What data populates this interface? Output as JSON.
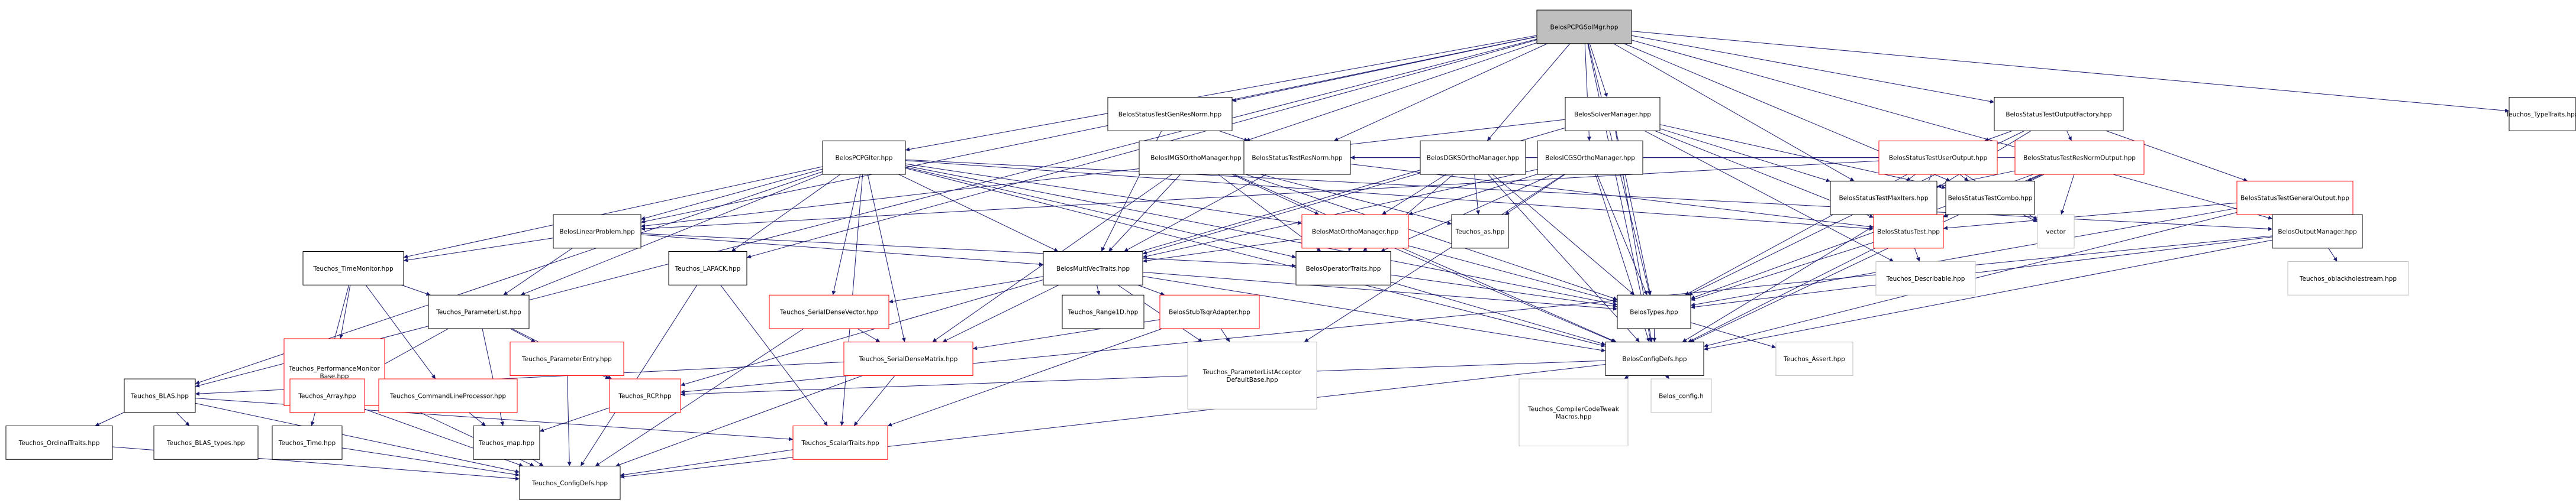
{
  "nodes": [
    {
      "id": "root",
      "label": "BelosPCPGSolMgr.hpp",
      "style": "root"
    },
    {
      "id": "bsrn",
      "label": "BelosStatusTestGenResNorm.hpp",
      "style": "plain"
    },
    {
      "id": "bsmgr",
      "label": "BelosSolverManager.hpp",
      "style": "plain"
    },
    {
      "id": "bstof",
      "label": "BelosStatusTestOutputFactory.hpp",
      "style": "plain"
    },
    {
      "id": "ttt",
      "label": "Teuchos_TypeTraits.hpp",
      "style": "plain"
    },
    {
      "id": "bpcpg",
      "label": "BelosPCPGIter.hpp",
      "style": "plain"
    },
    {
      "id": "bimgs",
      "label": "BelosIMGSOrthoManager.hpp",
      "style": "plain"
    },
    {
      "id": "bstrn",
      "label": "BelosStatusTestResNorm.hpp",
      "style": "plain"
    },
    {
      "id": "bdgks",
      "label": "BelosDGKSOrthoManager.hpp",
      "style": "plain"
    },
    {
      "id": "bicgs",
      "label": "BelosICGSOrthoManager.hpp",
      "style": "plain"
    },
    {
      "id": "bstuo",
      "label": "BelosStatusTestUserOutput.hpp",
      "style": "red"
    },
    {
      "id": "bstrno",
      "label": "BelosStatusTestResNormOutput.hpp",
      "style": "red"
    },
    {
      "id": "bstmi",
      "label": "BelosStatusTestMaxIters.hpp",
      "style": "plain"
    },
    {
      "id": "bstc",
      "label": "BelosStatusTestCombo.hpp",
      "style": "plain"
    },
    {
      "id": "bstgo",
      "label": "BelosStatusTestGeneralOutput.hpp",
      "style": "red"
    },
    {
      "id": "blp",
      "label": "BelosLinearProblem.hpp",
      "style": "plain"
    },
    {
      "id": "bmom",
      "label": "BelosMatOrthoManager.hpp",
      "style": "red"
    },
    {
      "id": "tas",
      "label": "Teuchos_as.hpp",
      "style": "plain"
    },
    {
      "id": "bst",
      "label": "BelosStatusTest.hpp",
      "style": "red"
    },
    {
      "id": "vec",
      "label": "vector",
      "style": "gray"
    },
    {
      "id": "bom",
      "label": "BelosOutputManager.hpp",
      "style": "plain"
    },
    {
      "id": "ttm",
      "label": "Teuchos_TimeMonitor.hpp",
      "style": "plain"
    },
    {
      "id": "tlap",
      "label": "Teuchos_LAPACK.hpp",
      "style": "plain"
    },
    {
      "id": "bmvt",
      "label": "BelosMultiVecTraits.hpp",
      "style": "plain"
    },
    {
      "id": "bopt",
      "label": "BelosOperatorTraits.hpp",
      "style": "plain"
    },
    {
      "id": "tdesc",
      "label": "Teuchos_Describable.hpp",
      "style": "gray"
    },
    {
      "id": "toblack",
      "label": "Teuchos_oblackholestream.hpp",
      "style": "gray"
    },
    {
      "id": "tpl",
      "label": "Teuchos_ParameterList.hpp",
      "style": "plain"
    },
    {
      "id": "tsdv",
      "label": "Teuchos_SerialDenseVector.hpp",
      "style": "red"
    },
    {
      "id": "tr1d",
      "label": "Teuchos_Range1D.hpp",
      "style": "plain"
    },
    {
      "id": "bsta",
      "label": "BelosStubTsqrAdapter.hpp",
      "style": "red"
    },
    {
      "id": "btypes",
      "label": "BelosTypes.hpp",
      "style": "plain"
    },
    {
      "id": "tpm",
      "label": "Teuchos_PerformanceMonitor\nBase.hpp",
      "style": "red"
    },
    {
      "id": "tpe",
      "label": "Teuchos_ParameterEntry.hpp",
      "style": "red"
    },
    {
      "id": "tsdm",
      "label": "Teuchos_SerialDenseMatrix.hpp",
      "style": "red"
    },
    {
      "id": "tpla",
      "label": "Teuchos_ParameterListAcceptor\nDefaultBase.hpp",
      "style": "gray"
    },
    {
      "id": "bcd",
      "label": "BelosConfigDefs.hpp",
      "style": "plain"
    },
    {
      "id": "tassert",
      "label": "Teuchos_Assert.hpp",
      "style": "gray"
    },
    {
      "id": "tblas",
      "label": "Teuchos_BLAS.hpp",
      "style": "plain"
    },
    {
      "id": "tarr",
      "label": "Teuchos_Array.hpp",
      "style": "red"
    },
    {
      "id": "tclp",
      "label": "Teuchos_CommandLineProcessor.hpp",
      "style": "red"
    },
    {
      "id": "trcp",
      "label": "Teuchos_RCP.hpp",
      "style": "red"
    },
    {
      "id": "tcct",
      "label": "Teuchos_CompilerCodeTweak\nMacros.hpp",
      "style": "gray"
    },
    {
      "id": "bconf",
      "label": "Belos_config.h",
      "style": "gray"
    },
    {
      "id": "tot",
      "label": "Teuchos_OrdinalTraits.hpp",
      "style": "plain"
    },
    {
      "id": "tbt",
      "label": "Teuchos_BLAS_types.hpp",
      "style": "plain"
    },
    {
      "id": "ttime",
      "label": "Teuchos_Time.hpp",
      "style": "plain"
    },
    {
      "id": "tmap",
      "label": "Teuchos_map.hpp",
      "style": "plain"
    },
    {
      "id": "tscal",
      "label": "Teuchos_ScalarTraits.hpp",
      "style": "red"
    },
    {
      "id": "tcfg",
      "label": "Teuchos_ConfigDefs.hpp",
      "style": "plain"
    }
  ],
  "edges": [
    [
      "root",
      "bsrn"
    ],
    [
      "root",
      "bsmgr"
    ],
    [
      "root",
      "bstof"
    ],
    [
      "root",
      "ttt"
    ],
    [
      "root",
      "bpcpg"
    ],
    [
      "root",
      "bimgs"
    ],
    [
      "root",
      "bdgks"
    ],
    [
      "root",
      "bicgs"
    ],
    [
      "root",
      "blp"
    ],
    [
      "root",
      "btypes"
    ],
    [
      "root",
      "bcd"
    ],
    [
      "root",
      "tblas"
    ],
    [
      "root",
      "tlap"
    ],
    [
      "root",
      "bstmi"
    ],
    [
      "root",
      "bstc"
    ],
    [
      "root",
      "bom"
    ],
    [
      "root",
      "bstrn"
    ],
    [
      "bsrn",
      "bstrn"
    ],
    [
      "bsrn",
      "bmvt"
    ],
    [
      "bsmgr",
      "blp"
    ],
    [
      "bsmgr",
      "btypes"
    ],
    [
      "bsmgr",
      "bcd"
    ],
    [
      "bsmgr",
      "tdesc"
    ],
    [
      "bsmgr",
      "trcp"
    ],
    [
      "bsmgr",
      "bstmi"
    ],
    [
      "bsmgr",
      "bstc"
    ],
    [
      "bsmgr",
      "bst"
    ],
    [
      "bstof",
      "bstuo"
    ],
    [
      "bstof",
      "bstrno"
    ],
    [
      "bstof",
      "bstgo"
    ],
    [
      "bstof",
      "btypes"
    ],
    [
      "bstof",
      "bcd"
    ],
    [
      "bstuo",
      "bstmi"
    ],
    [
      "bstuo",
      "bstc"
    ],
    [
      "bstuo",
      "bst"
    ],
    [
      "bstuo",
      "btypes"
    ],
    [
      "bstuo",
      "vec"
    ],
    [
      "bstuo",
      "blp"
    ],
    [
      "bstuo",
      "bstrn"
    ],
    [
      "bstrno",
      "bstmi"
    ],
    [
      "bstrno",
      "bstc"
    ],
    [
      "bstrno",
      "bst"
    ],
    [
      "bstrno",
      "btypes"
    ],
    [
      "bstrno",
      "vec"
    ],
    [
      "bstrno",
      "bcd"
    ],
    [
      "bstrno",
      "bstrn"
    ],
    [
      "bstgo",
      "bst"
    ],
    [
      "bstgo",
      "bom"
    ],
    [
      "bstgo",
      "btypes"
    ],
    [
      "bstgo",
      "bcd"
    ],
    [
      "bstmi",
      "bst"
    ],
    [
      "bstc",
      "bst"
    ],
    [
      "bstc",
      "vec"
    ],
    [
      "bstrn",
      "bst"
    ],
    [
      "bstrn",
      "bmvt"
    ],
    [
      "bpcpg",
      "blp"
    ],
    [
      "bpcpg",
      "bmom"
    ],
    [
      "bpcpg",
      "bmvt"
    ],
    [
      "bpcpg",
      "bopt"
    ],
    [
      "bpcpg",
      "ttm"
    ],
    [
      "bpcpg",
      "tpl"
    ],
    [
      "bpcpg",
      "tsdm"
    ],
    [
      "bpcpg",
      "tsdv"
    ],
    [
      "bpcpg",
      "tscal"
    ],
    [
      "bpcpg",
      "tblas"
    ],
    [
      "bpcpg",
      "tlap"
    ],
    [
      "bpcpg",
      "btypes"
    ],
    [
      "bpcpg",
      "bcd"
    ],
    [
      "bpcpg",
      "bst"
    ],
    [
      "bpcpg",
      "bom"
    ],
    [
      "bimgs",
      "bmom"
    ],
    [
      "bimgs",
      "bmvt"
    ],
    [
      "bimgs",
      "bopt"
    ],
    [
      "bimgs",
      "tsdm"
    ],
    [
      "bimgs",
      "tas"
    ],
    [
      "bimgs",
      "bcd"
    ],
    [
      "bimgs",
      "btypes"
    ],
    [
      "bdgks",
      "bmom"
    ],
    [
      "bdgks",
      "bmvt"
    ],
    [
      "bdgks",
      "bopt"
    ],
    [
      "bdgks",
      "tas"
    ],
    [
      "bdgks",
      "bcd"
    ],
    [
      "bdgks",
      "btypes"
    ],
    [
      "bicgs",
      "bmom"
    ],
    [
      "bicgs",
      "bmvt"
    ],
    [
      "bicgs",
      "bopt"
    ],
    [
      "bicgs",
      "tas"
    ],
    [
      "bicgs",
      "bcd"
    ],
    [
      "bicgs",
      "btypes"
    ],
    [
      "bicgs",
      "tpla"
    ],
    [
      "bmom",
      "bmvt"
    ],
    [
      "bmom",
      "bopt"
    ],
    [
      "bmom",
      "btypes"
    ],
    [
      "bmom",
      "bcd"
    ],
    [
      "blp",
      "bmvt"
    ],
    [
      "blp",
      "bopt"
    ],
    [
      "blp",
      "ttm"
    ],
    [
      "blp",
      "tpl"
    ],
    [
      "ttm",
      "tpl"
    ],
    [
      "ttm",
      "tpm"
    ],
    [
      "ttm",
      "ttime"
    ],
    [
      "ttm",
      "tclp"
    ],
    [
      "tlap",
      "tscal"
    ],
    [
      "tlap",
      "tcfg"
    ],
    [
      "bmvt",
      "tsdm"
    ],
    [
      "bmvt",
      "tr1d"
    ],
    [
      "bmvt",
      "bsta"
    ],
    [
      "bmvt",
      "btypes"
    ],
    [
      "bmvt",
      "bcd"
    ],
    [
      "bmvt",
      "tpla"
    ],
    [
      "bmvt",
      "tsdv"
    ],
    [
      "bopt",
      "btypes"
    ],
    [
      "bopt",
      "bcd"
    ],
    [
      "bst",
      "btypes"
    ],
    [
      "bst",
      "bcd"
    ],
    [
      "bst",
      "tdesc"
    ],
    [
      "bom",
      "btypes"
    ],
    [
      "bom",
      "bcd"
    ],
    [
      "bom",
      "toblack"
    ],
    [
      "bom",
      "trcp"
    ],
    [
      "tpl",
      "tpe"
    ],
    [
      "tpl",
      "trcp"
    ],
    [
      "tpl",
      "tarr"
    ],
    [
      "tpl",
      "tmap"
    ],
    [
      "tsdv",
      "tsdm"
    ],
    [
      "tsdv",
      "tcfg"
    ],
    [
      "bsta",
      "tsdm"
    ],
    [
      "bsta",
      "tpla"
    ],
    [
      "bsta",
      "tscal"
    ],
    [
      "btypes",
      "bcd"
    ],
    [
      "btypes",
      "tassert"
    ],
    [
      "tpm",
      "tarr"
    ],
    [
      "tpm",
      "tcfg"
    ],
    [
      "tpe",
      "trcp"
    ],
    [
      "tpe",
      "tcfg"
    ],
    [
      "tsdm",
      "tblas"
    ],
    [
      "tsdm",
      "tscal"
    ],
    [
      "tsdm",
      "tcfg"
    ],
    [
      "bcd",
      "tcct"
    ],
    [
      "bcd",
      "bconf"
    ],
    [
      "bcd",
      "tcfg"
    ],
    [
      "bcd",
      "trcp"
    ],
    [
      "tblas",
      "tot"
    ],
    [
      "tblas",
      "tbt"
    ],
    [
      "tblas",
      "tscal"
    ],
    [
      "tblas",
      "tcfg"
    ],
    [
      "tarr",
      "tcfg"
    ],
    [
      "tclp",
      "tmap"
    ],
    [
      "trcp",
      "tmap"
    ],
    [
      "tmap",
      "tcfg"
    ],
    [
      "ttime",
      "tcfg"
    ],
    [
      "tscal",
      "tcfg"
    ],
    [
      "tot",
      "tcfg"
    ]
  ]
}
